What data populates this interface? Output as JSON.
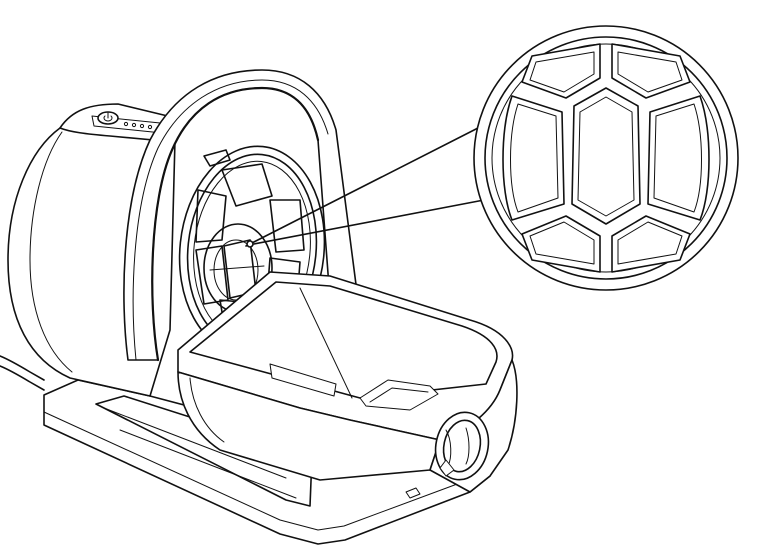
{
  "figure": {
    "background": "#ffffff",
    "line_color": "#111111",
    "subject": "appliance-line-drawing",
    "callout": {
      "shape": "circle",
      "content": "honeycomb-filter-mesh-detail",
      "cell_count": 7
    },
    "indicator_dots": 4,
    "icons": [
      "power-icon"
    ]
  }
}
